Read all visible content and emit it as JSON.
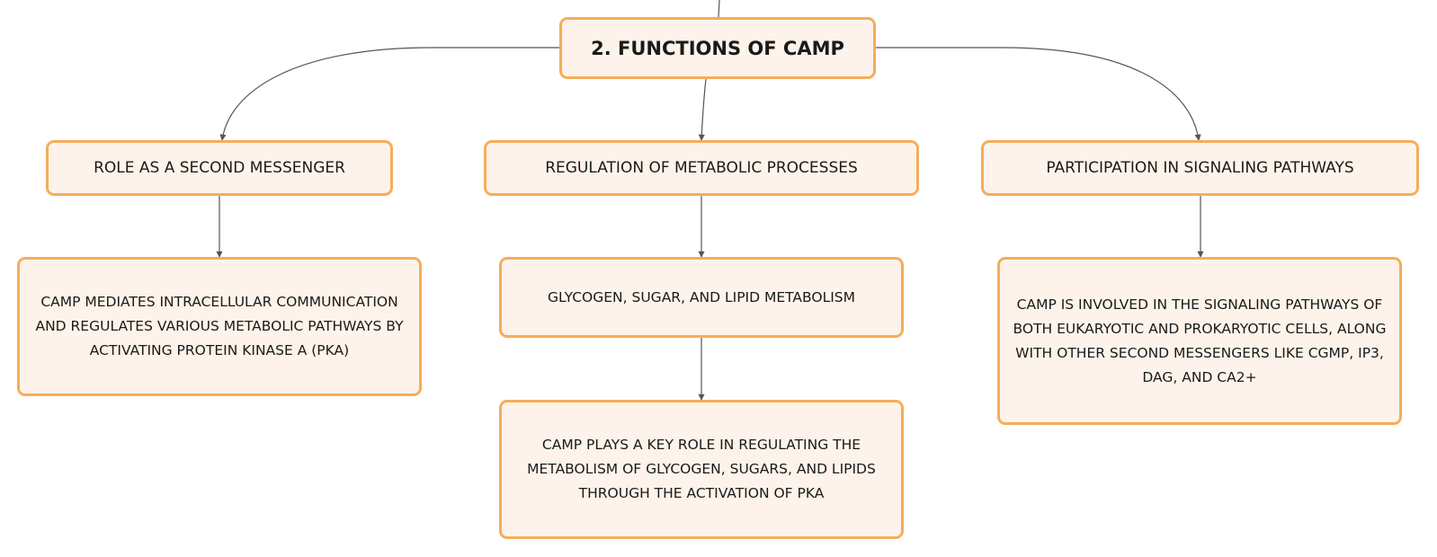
{
  "root": {
    "label": "2. FUNCTIONS OF CAMP"
  },
  "branches": [
    {
      "label": "ROLE AS A SECOND MESSENGER",
      "children": [
        {
          "label": "CAMP MEDIATES INTRACELLULAR COMMUNICATION AND REGULATES VARIOUS METABOLIC PATHWAYS BY ACTIVATING PROTEIN KINASE A (PKA)"
        }
      ]
    },
    {
      "label": "REGULATION OF METABOLIC PROCESSES",
      "children": [
        {
          "label": "GLYCOGEN, SUGAR, AND LIPID METABOLISM"
        },
        {
          "label": "CAMP PLAYS A KEY ROLE IN REGULATING THE METABOLISM OF GLYCOGEN, SUGARS, AND LIPIDS THROUGH THE ACTIVATION OF PKA"
        }
      ]
    },
    {
      "label": "PARTICIPATION IN SIGNALING PATHWAYS",
      "children": [
        {
          "label": "CAMP IS INVOLVED IN THE SIGNALING PATHWAYS OF BOTH EUKARYOTIC AND PROKARYOTIC CELLS, ALONG WITH OTHER SECOND MESSENGERS LIKE CGMP, IP3, DAG, AND CA2+"
        }
      ]
    }
  ],
  "colors": {
    "node_fill": "#fdf3ea",
    "node_border": "#f5ad5c",
    "connector": "#555555",
    "text": "#1a1a1a"
  }
}
